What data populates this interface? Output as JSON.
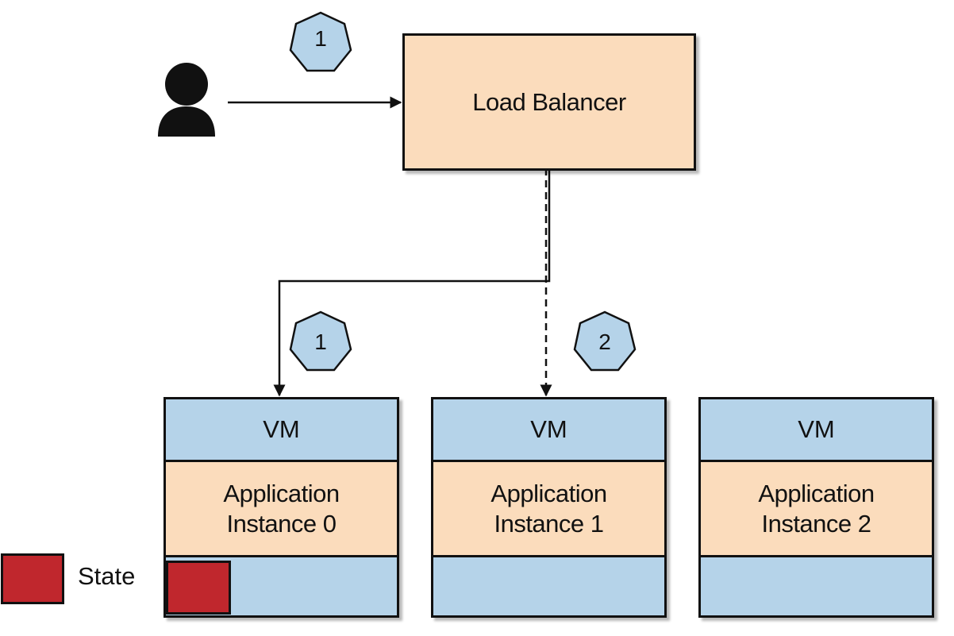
{
  "load_balancer": {
    "label": "Load Balancer"
  },
  "badges": {
    "user_to_lb": "1",
    "lb_to_instance0": "1",
    "lb_to_instance1": "2"
  },
  "vms": [
    {
      "header": "VM",
      "app_line1": "Application",
      "app_line2": "Instance 0",
      "has_state": true
    },
    {
      "header": "VM",
      "app_line1": "Application",
      "app_line2": "Instance 1",
      "has_state": false
    },
    {
      "header": "VM",
      "app_line1": "Application",
      "app_line2": "Instance 2",
      "has_state": false
    }
  ],
  "legend": {
    "state_label": "State"
  },
  "colors": {
    "load_balancer_fill": "#fbdcbc",
    "vm_fill": "#b5d3e9",
    "state_fill": "#c0272d",
    "badge_fill": "#b5d3e9",
    "stroke": "#111111"
  },
  "icons": {
    "user": "person-icon"
  }
}
